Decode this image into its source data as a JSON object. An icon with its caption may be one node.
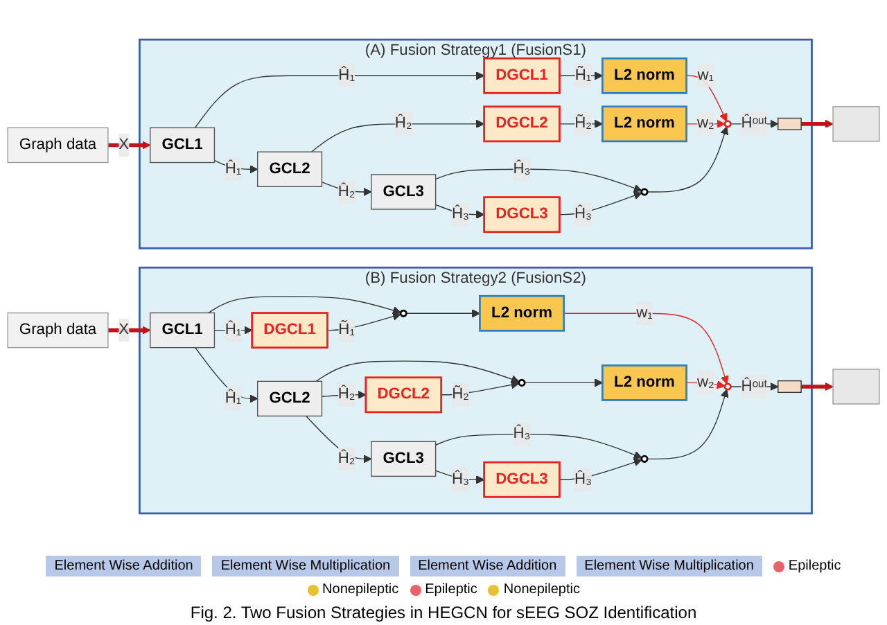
{
  "diagram": {
    "caption": "Fig. 2. Two Fusion Strategies in HEGCN for sEEG SOZ Identification",
    "nodes": [
      {
        "text": [
          "Graph data"
        ]
      },
      {
        "text": [
          "(A) Fusion Strategy1 (FusionS1)"
        ]
      },
      {
        "text": [
          "GCL1"
        ],
        "in": 1
      },
      {
        "text": [
          "DGCL1"
        ],
        "in": 1
      },
      {
        "text": [
          "L2 norm"
        ],
        "in": 1
      },
      {
        "text": [
          "GCL2"
        ],
        "in": 1
      },
      {
        "text": [
          "DGCL2"
        ],
        "in": 1
      },
      {
        "text": [
          "L2 norm"
        ],
        "in": 1
      },
      {
        "text": [
          "GCL3"
        ],
        "in": 1
      },
      {
        "text": [
          "DGCL3"
        ],
        "in": 1
      },
      {
        "text": [],
        "shape": "circle",
        "in": 1
      },
      {
        "text": [],
        "shape": "circle",
        "in": 1
      },
      {
        "text": [],
        "shape": "box",
        "in": 1
      },
      {
        "text": [],
        "shape": "box"
      },
      {
        "text": [
          "Graph data"
        ]
      },
      {
        "text": [
          "(B) Fusion Strategy2 (FusionS2)"
        ]
      },
      {
        "text": [
          "GCL1"
        ],
        "in": 15
      },
      {
        "text": [
          "DGCL1"
        ],
        "in": 15
      },
      {
        "text": [],
        "shape": "circle",
        "in": 15
      },
      {
        "text": [
          "L2 norm"
        ],
        "in": 15
      },
      {
        "text": [
          "GCL2"
        ],
        "in": 15
      },
      {
        "text": [
          "DGCL2"
        ],
        "in": 15
      },
      {
        "text": [],
        "shape": "circle",
        "in": 15
      },
      {
        "text": [
          "L2 norm"
        ],
        "in": 15
      },
      {
        "text": [
          "GCL3"
        ],
        "in": 15
      },
      {
        "text": [
          "DGCL3"
        ],
        "in": 15
      },
      {
        "text": [],
        "shape": "circle",
        "in": 15
      },
      {
        "text": [],
        "shape": "circle",
        "in": 15
      },
      {
        "text": [],
        "shape": "box",
        "in": 15
      },
      {
        "text": [],
        "shape": "box"
      }
    ],
    "edges": [
      {
        "from": 0,
        "to": 2,
        "arrow": "to",
        "label": "X",
        "style": "thick",
        "color": "#c0141a"
      },
      {
        "from": 2,
        "to": 3,
        "arrow": "to",
        "label": "Ĥ₁"
      },
      {
        "from": 2,
        "to": 5,
        "arrow": "to",
        "label": "Ĥ₁"
      },
      {
        "from": 3,
        "to": 4,
        "arrow": "to",
        "label": "H̃₁"
      },
      {
        "from": 5,
        "to": 6,
        "arrow": "to",
        "label": "Ĥ₂"
      },
      {
        "from": 5,
        "to": 8,
        "arrow": "to",
        "label": "Ĥ₂"
      },
      {
        "from": 6,
        "to": 7,
        "arrow": "to",
        "label": "H̃₂"
      },
      {
        "from": 8,
        "to": 9,
        "arrow": "to",
        "label": "Ĥ₃"
      },
      {
        "from": 8,
        "to": 10,
        "arrow": "to",
        "label": "Ĥ₃"
      },
      {
        "from": 9,
        "to": 10,
        "arrow": "to",
        "label": "Ĥ₃"
      },
      {
        "from": 4,
        "to": 11,
        "arrow": "to",
        "label": "w₁",
        "color": "#e8231f"
      },
      {
        "from": 7,
        "to": 11,
        "arrow": "to",
        "label": "w₂",
        "color": "#e8231f"
      },
      {
        "from": 10,
        "to": 11,
        "arrow": "to"
      },
      {
        "from": 11,
        "to": 12,
        "arrow": "to",
        "label": "Ĥᵒᵘᵗ"
      },
      {
        "from": 12,
        "to": 13,
        "arrow": "to",
        "style": "thick",
        "color": "#c0141a"
      },
      {
        "from": 14,
        "to": 16,
        "arrow": "to",
        "label": "X",
        "style": "thick",
        "color": "#c0141a"
      },
      {
        "from": 16,
        "to": 17,
        "arrow": "to",
        "label": "Ĥ₁"
      },
      {
        "from": 16,
        "to": 18,
        "arrow": "to"
      },
      {
        "from": 16,
        "to": 20,
        "arrow": "to",
        "label": "Ĥ₁"
      },
      {
        "from": 17,
        "to": 18,
        "arrow": "to",
        "label": "H̃₁"
      },
      {
        "from": 18,
        "to": 19,
        "arrow": "to"
      },
      {
        "from": 20,
        "to": 21,
        "arrow": "to",
        "label": "Ĥ₂"
      },
      {
        "from": 20,
        "to": 22,
        "arrow": "to"
      },
      {
        "from": 20,
        "to": 24,
        "arrow": "to",
        "label": "Ĥ₂"
      },
      {
        "from": 21,
        "to": 22,
        "arrow": "to",
        "label": "H̃₂"
      },
      {
        "from": 22,
        "to": 23,
        "arrow": "to"
      },
      {
        "from": 24,
        "to": 25,
        "arrow": "to",
        "label": "Ĥ₃"
      },
      {
        "from": 24,
        "to": 26,
        "arrow": "to",
        "label": "Ĥ₃"
      },
      {
        "from": 25,
        "to": 26,
        "arrow": "to",
        "label": "Ĥ₃"
      },
      {
        "from": 19,
        "to": 27,
        "arrow": "to",
        "label": "w₁",
        "color": "#e8231f"
      },
      {
        "from": 23,
        "to": 27,
        "arrow": "to",
        "label": "w₂",
        "color": "#e8231f"
      },
      {
        "from": 26,
        "to": 27,
        "arrow": "to"
      },
      {
        "from": 27,
        "to": 28,
        "arrow": "to",
        "label": "Ĥᵒᵘᵗ"
      },
      {
        "from": 28,
        "to": 29,
        "arrow": "to",
        "style": "thick",
        "color": "#c0141a"
      }
    ],
    "labels": [
      "Element Wise Addition",
      "Element Wise Multiplication",
      "Element Wise Addition",
      "Element Wise Multiplication"
    ],
    "legend": [
      {
        "text": "Epileptic",
        "color": "#e8626a"
      },
      {
        "text": "Nonepileptic",
        "color": "#e8c12e"
      },
      {
        "text": "Epileptic",
        "color": "#e8626a"
      },
      {
        "text": "Nonepileptic",
        "color": "#e8c12e"
      }
    ]
  }
}
